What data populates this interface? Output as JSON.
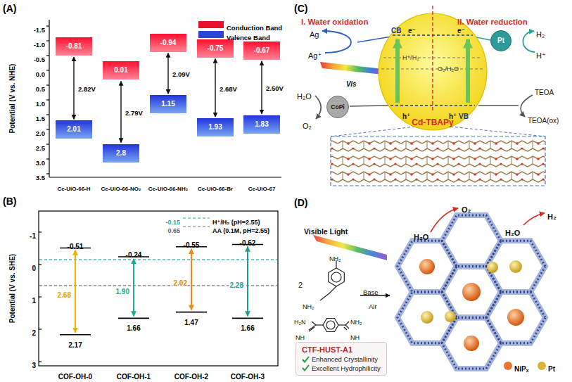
{
  "diagram": {
    "nodes": [
      {
        "text": [
          "-0.81"
        ]
      },
      {
        "text": [
          "2.01"
        ]
      },
      {
        "text": [
          "0.01"
        ]
      },
      {
        "text": [
          "2.8"
        ]
      },
      {
        "text": [
          "-0.94"
        ]
      },
      {
        "text": [
          "1.15"
        ]
      },
      {
        "text": [
          "-0.75"
        ]
      },
      {
        "text": [
          "1.93"
        ]
      },
      {
        "text": [
          "-0.67"
        ]
      },
      {
        "text": [
          "1.83"
        ]
      },
      {
        "text": [
          "Cd-TBAPy"
        ]
      },
      {
        "text": [
          "CoPi"
        ]
      },
      {
        "text": [
          "Pt"
        ]
      },
      {
        "text": [
          "CTF-HUST-A1",
          "Enhanced Crystallinity",
          "Excellent Hydrophilicity"
        ]
      }
    ],
    "edges": [
      {
        "from": 0,
        "to": 1,
        "arrow": "both",
        "label": "2.82V"
      },
      {
        "from": 2,
        "to": 3,
        "arrow": "both",
        "label": "2.79V"
      },
      {
        "from": 4,
        "to": 5,
        "arrow": "both",
        "label": "2.09V"
      },
      {
        "from": 6,
        "to": 7,
        "arrow": "both",
        "label": "2.68V"
      },
      {
        "from": 8,
        "to": 9,
        "arrow": "both",
        "label": "2.50V"
      }
    ],
    "labels": [
      "(A)",
      "Potential (V vs. NHE)",
      "-1.5",
      "-1.0",
      "-0.5",
      "0.0",
      "0.5",
      "1.0",
      "1.5",
      "2.0",
      "2.5",
      "3.0",
      "3.5",
      "Ce-UiO-66-H",
      "Ce-UiO-66-NO₂",
      "Ce-UiO-66-NH₂",
      "Ce-UiO-66-Br",
      "Ce-UiO-67",
      "(B)",
      "Potential (V vs. SHE)",
      "-1",
      "0",
      "1",
      "2",
      "3",
      "-0.15",
      "0.65",
      "-0.51",
      "2.68",
      "2.17",
      "-0.24",
      "1.90",
      "1.66",
      "-0.55",
      "2.02",
      "1.47",
      "-0.62",
      "2.28",
      "1.66",
      "COF-OH-0",
      "COF-OH-1",
      "COF-OH-2",
      "COF-OH-3",
      "(C)",
      "I. Water oxidation",
      "II. Water reduction",
      "Ag",
      "Ag⁺",
      "Vis",
      "H₂O",
      "O₂",
      "CB",
      "e⁻",
      "e⁻",
      "H⁺/H₂",
      "O₂/H₂O",
      "h⁺",
      "h⁺",
      "VB",
      "H₂",
      "H⁺",
      "TEOA",
      "TEOA(ox)",
      "(D)",
      "Visible Light",
      "NH₂",
      "2",
      "NH₂",
      "H₂N",
      "NH",
      "NH",
      "NH₂",
      "Base",
      "Air",
      "O₂",
      "H₂O",
      "H₂",
      "H₂O"
    ],
    "legend": [
      {
        "text": "Conduction Band",
        "color": "#e8102a"
      },
      {
        "text": "Valence Band",
        "color": "#2845d8"
      },
      {
        "text": "H⁺/H₂ (pH=2.55)"
      },
      {
        "text": "AA (0.1M, pH=2.55)"
      },
      {
        "text": "NiPₓ",
        "color": "#e8732c"
      },
      {
        "text": "Pt",
        "color": "#d9b43a"
      }
    ]
  }
}
